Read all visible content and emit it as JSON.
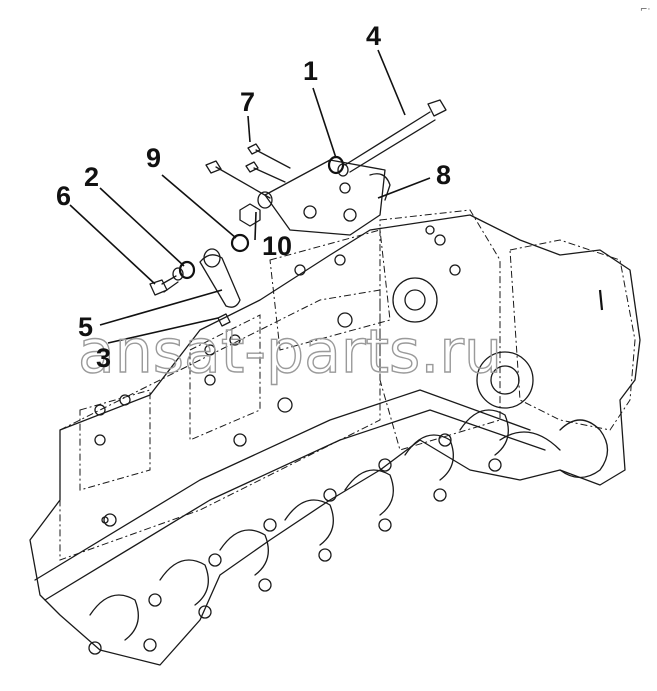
{
  "diagram": {
    "callouts": [
      {
        "id": "c1",
        "label": "1"
      },
      {
        "id": "c2",
        "label": "2"
      },
      {
        "id": "c3",
        "label": "3"
      },
      {
        "id": "c4",
        "label": "4"
      },
      {
        "id": "c5",
        "label": "5"
      },
      {
        "id": "c6",
        "label": "6"
      },
      {
        "id": "c7",
        "label": "7"
      },
      {
        "id": "c8",
        "label": "8"
      },
      {
        "id": "c9",
        "label": "9"
      },
      {
        "id": "c10",
        "label": "10"
      }
    ],
    "watermark": "ansat-parts.ru",
    "corner_mark": "⌐·"
  }
}
